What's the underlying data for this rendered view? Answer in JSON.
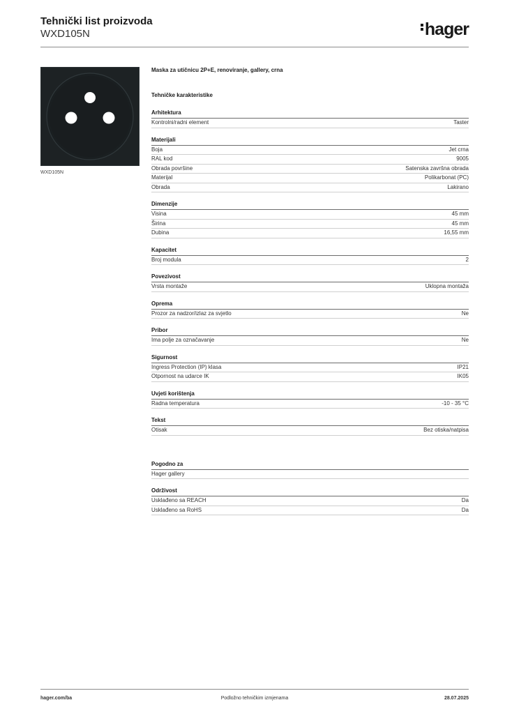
{
  "header": {
    "title": "Tehnički list proizvoda",
    "code": "WXD105N",
    "logo": "hager"
  },
  "image": {
    "caption": "WXD105N",
    "color": "#1d2224"
  },
  "product": {
    "description": "Maska za utičnicu 2P+E, renoviranje, gallery, crna",
    "tech_heading": "Tehničke karakteristike"
  },
  "groups": [
    {
      "title": "Arhitektura",
      "rows": [
        {
          "label": "Kontrolni/radni element",
          "value": "Taster"
        }
      ]
    },
    {
      "title": "Materijali",
      "rows": [
        {
          "label": "Boja",
          "value": "Jet crna"
        },
        {
          "label": "RAL kod",
          "value": "9005"
        },
        {
          "label": "Obrada površine",
          "value": "Satenska završna obrada"
        },
        {
          "label": "Materijal",
          "value": "Polikarbonat (PC)"
        },
        {
          "label": "Obrada",
          "value": "Lakirano"
        }
      ]
    },
    {
      "title": "Dimenzije",
      "rows": [
        {
          "label": "Visina",
          "value": "45 mm"
        },
        {
          "label": "Širina",
          "value": "45 mm"
        },
        {
          "label": "Dubina",
          "value": "16,55 mm"
        }
      ]
    },
    {
      "title": "Kapacitet",
      "rows": [
        {
          "label": "Broj modula",
          "value": "2"
        }
      ]
    },
    {
      "title": "Povezivost",
      "rows": [
        {
          "label": "Vrsta montaže",
          "value": "Uklopna montaža"
        }
      ]
    },
    {
      "title": "Oprema",
      "rows": [
        {
          "label": "Prozor za nadzor/izlaz za svjetlo",
          "value": "Ne"
        }
      ]
    },
    {
      "title": "Pribor",
      "rows": [
        {
          "label": "Ima polje za označavanje",
          "value": "Ne"
        }
      ]
    },
    {
      "title": "Sigurnost",
      "rows": [
        {
          "label": "Ingress Protection (IP) klasa",
          "value": "IP21"
        },
        {
          "label": "Otpornost na udarce IK",
          "value": "IK05"
        }
      ]
    },
    {
      "title": "Uvjeti korištenja",
      "rows": [
        {
          "label": "Radna temperatura",
          "value": "-10 - 35 °C"
        }
      ]
    },
    {
      "title": "Tekst",
      "rows": [
        {
          "label": "Otisak",
          "value": "Bez otiska/natpisa"
        }
      ]
    }
  ],
  "extra_groups": [
    {
      "title": "Pogodno za",
      "rows": [
        {
          "label": "Hager gallery",
          "value": ""
        }
      ]
    },
    {
      "title": "Održivost",
      "rows": [
        {
          "label": "Usklađeno sa REACH",
          "value": "Da"
        },
        {
          "label": "Usklađeno sa RoHS",
          "value": "Da"
        }
      ]
    }
  ],
  "footer": {
    "website": "hager.com/ba",
    "notice": "Podložno tehničkim izmjenama",
    "date": "28.07.2025"
  }
}
